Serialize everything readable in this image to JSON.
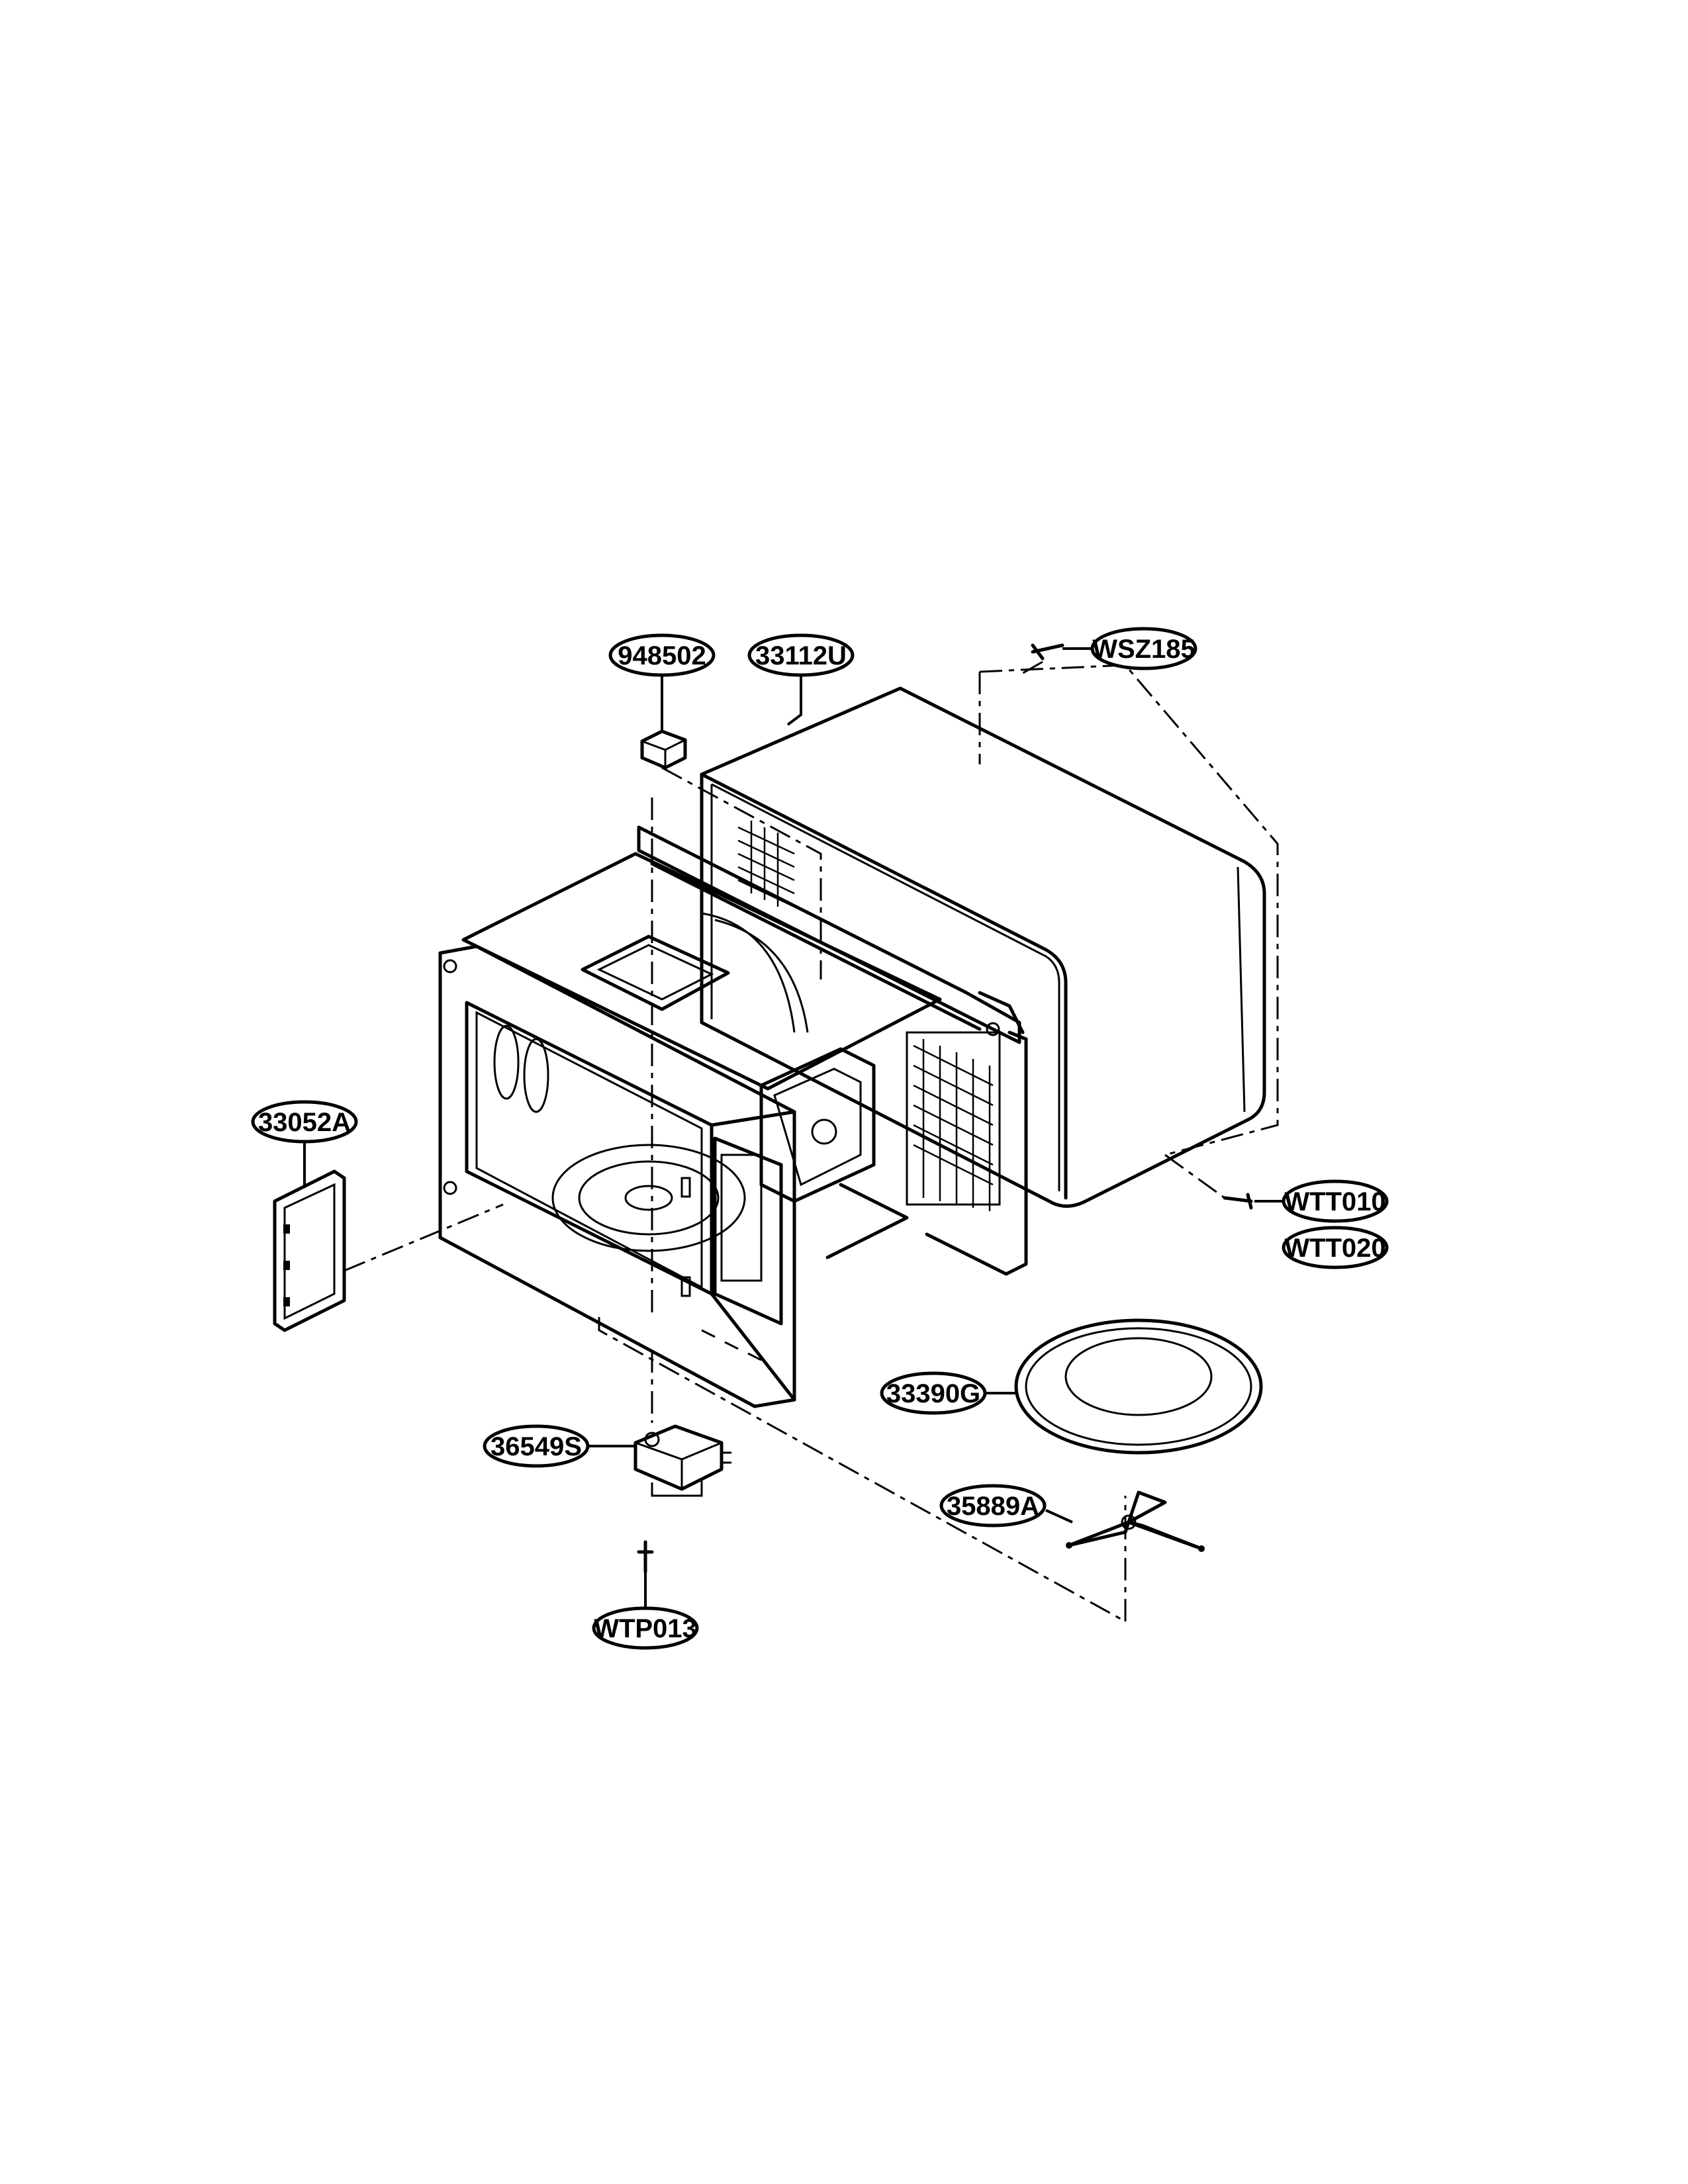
{
  "callouts": {
    "c948502": "948502",
    "c33112U": "33112U",
    "cWSZ185": "WSZ185",
    "c33052A": "33052A",
    "cWTT010": "WTT010",
    "cWTT020": "WTT020",
    "c33390G": "33390G",
    "c36549S": "36549S",
    "c35889A": "35889A",
    "cWTP013": "WTP013"
  }
}
